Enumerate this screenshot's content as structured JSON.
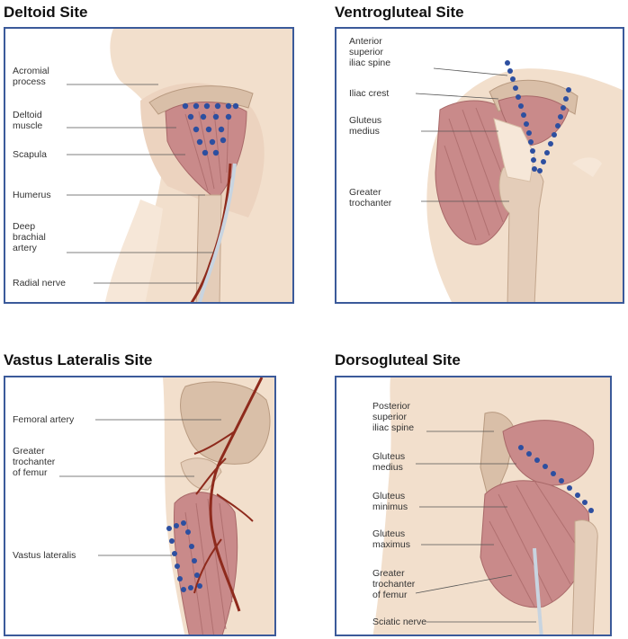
{
  "panels": {
    "deltoid": {
      "title": "Deltoid Site",
      "labels": [
        "Acromial\nprocess",
        "Deltoid\nmuscle",
        "Scapula",
        "Humerus",
        "Deep\nbrachial\nartery",
        "Radial nerve"
      ]
    },
    "ventrogluteal": {
      "title": "Ventrogluteal Site",
      "labels": [
        "Anterior\nsuperior\niliac spine",
        "Iliac crest",
        "Gluteus\nmedius",
        "Greater\ntrochanter"
      ]
    },
    "vastus": {
      "title": "Vastus Lateralis Site",
      "labels": [
        "Femoral artery",
        "Greater\ntrochanter\nof femur",
        "Vastus lateralis"
      ]
    },
    "dorsogluteal": {
      "title": "Dorsogluteal Site",
      "labels": [
        "Posterior\nsuperior\niliac spine",
        "Gluteus\nmedius",
        "Gluteus\nminimus",
        "Gluteus\nmaximus",
        "Greater\ntrochanter\nof femur",
        "Sciatic nerve"
      ]
    }
  },
  "colors": {
    "frame": "#3b5a9a",
    "skin": "#f2dfcc",
    "muscle": "#c98a8a",
    "bone": "#d9bfa8",
    "artery": "#8e2a1c",
    "injection_dot": "#2d4fa0"
  }
}
